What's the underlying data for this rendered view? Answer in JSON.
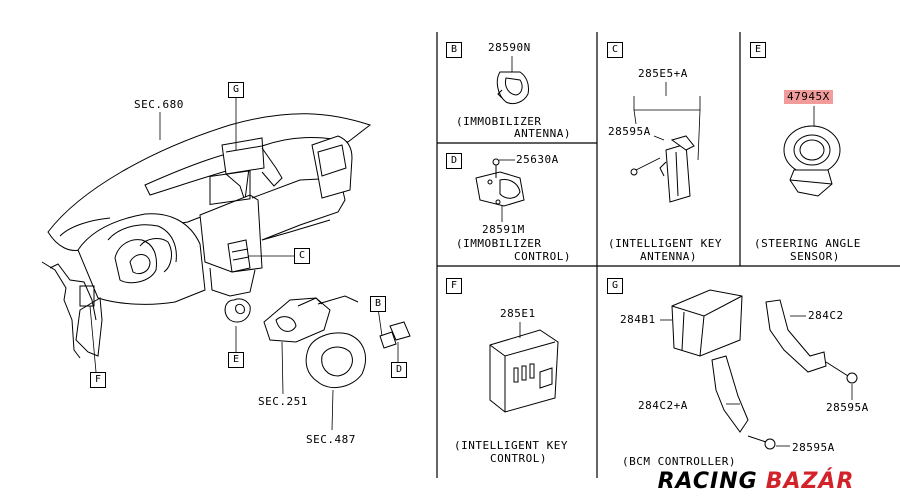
{
  "main_diagram": {
    "sec680": "SEC.680",
    "sec251": "SEC.251",
    "sec487": "SEC.487",
    "callouts": {
      "g": "G",
      "c": "C",
      "b": "B",
      "d": "D",
      "e": "E",
      "f": "F"
    }
  },
  "panels": {
    "b": {
      "letter": "B",
      "part": "28590N",
      "caption_line1": "(IMMOBILIZER",
      "caption_line2": "ANTENNA)"
    },
    "d": {
      "letter": "D",
      "part_bolt": "25630A",
      "part_unit": "28591M",
      "caption_line1": "(IMMOBILIZER",
      "caption_line2": "CONTROL)"
    },
    "c": {
      "letter": "C",
      "part_top": "285E5+A",
      "part_side": "28595A",
      "caption_line1": "(INTELLIGENT KEY",
      "caption_line2": "ANTENNA)"
    },
    "e": {
      "letter": "E",
      "part": "47945X",
      "caption_line1": "(STEERING ANGLE",
      "caption_line2": "SENSOR)",
      "highlight_color": "#f29b9b"
    },
    "f": {
      "letter": "F",
      "part": "285E1",
      "caption_line1": "(INTELLIGENT KEY",
      "caption_line2": "CONTROL)"
    },
    "g": {
      "letter": "G",
      "part_module": "284B1",
      "part_bracket_r": "284C2",
      "part_bracket_l": "284C2+A",
      "part_bolt_r": "28595A",
      "part_bolt_b": "28595A",
      "caption_line1": "(BCM CONTROLLER)"
    }
  },
  "watermark": {
    "text": "RACING BAZÁR",
    "racing": "RACING",
    "bazar": "BAZÁR",
    "racing_color": "#000000",
    "bazar_color": "#d3232a"
  }
}
